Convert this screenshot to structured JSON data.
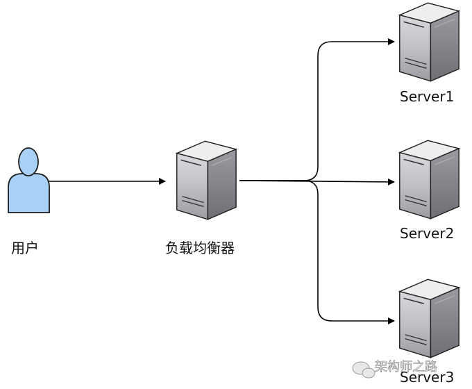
{
  "nodes": {
    "user": {
      "label": "用户",
      "icon": "user-icon"
    },
    "load_balancer": {
      "label": "负载均衡器",
      "icon": "server-icon"
    },
    "servers": [
      {
        "label": "Server1",
        "icon": "server-icon"
      },
      {
        "label": "Server2",
        "icon": "server-icon"
      },
      {
        "label": "Server3",
        "icon": "server-icon"
      }
    ]
  },
  "edges": [
    {
      "from": "用户",
      "to": "负载均衡器"
    },
    {
      "from": "负载均衡器",
      "to": "Server1"
    },
    {
      "from": "负载均衡器",
      "to": "Server2"
    },
    {
      "from": "负载均衡器",
      "to": "Server3"
    }
  ],
  "watermark": {
    "text": "架构师之路"
  },
  "colors": {
    "user_fill": "#a9d1f5",
    "user_stroke": "#1c1c1c",
    "line": "#000000",
    "server_top": "#f2f2f2",
    "server_front": "#c4c4c8",
    "server_side": "#8e8e94"
  }
}
